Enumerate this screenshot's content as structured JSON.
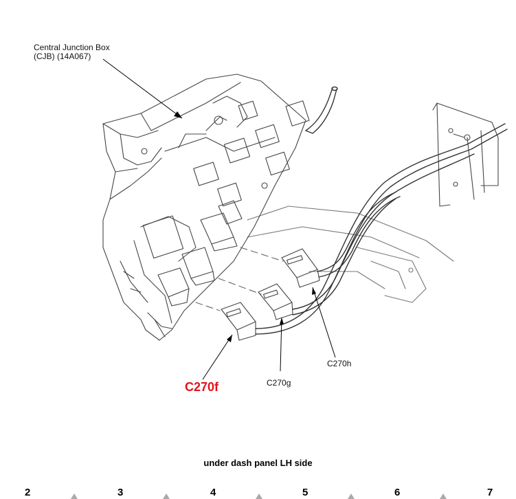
{
  "labels": {
    "cjb_line1": "Central Junction Box",
    "cjb_line2": "(CJB) (14A067)",
    "c270f": "C270f",
    "c270g": "C270g",
    "c270h": "C270h"
  },
  "caption": "under dash panel LH side",
  "ruler": [
    "2",
    "3",
    "4",
    "5",
    "6",
    "7"
  ],
  "colors": {
    "highlight": "#e3121a"
  }
}
